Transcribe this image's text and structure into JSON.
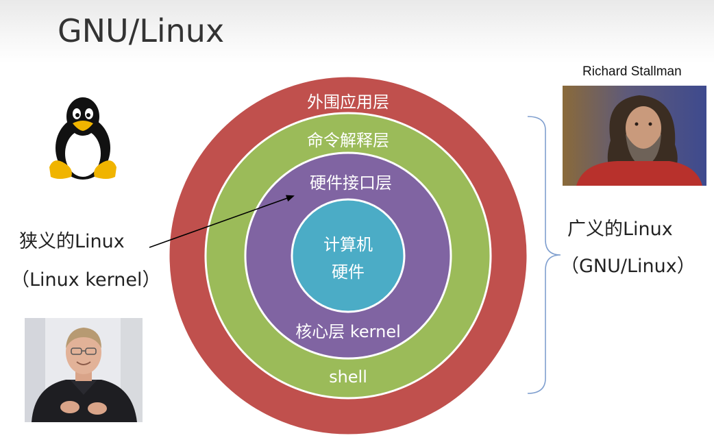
{
  "slide": {
    "title": "GNU/Linux"
  },
  "rings": [
    {
      "id": "outer",
      "label": "外围应用层",
      "color": "#c0504d"
    },
    {
      "id": "shell-layer",
      "label": "命令解释层",
      "color": "#9bbb59"
    },
    {
      "id": "hardware-interface",
      "label": "硬件接口层",
      "color": "#8064a2"
    },
    {
      "id": "core",
      "label_line1": "计算机",
      "label_line2": "硬件",
      "color": "#4bacc6"
    }
  ],
  "ring_bottom_labels": {
    "purple": "核心层 kernel",
    "green": "shell"
  },
  "narrow_linux": {
    "line1": "狭义的Linux",
    "line2": "（Linux kernel）"
  },
  "broad_linux": {
    "line1": "广义的Linux",
    "line2": "（GNU/Linux）"
  },
  "people": {
    "stallman_caption": "Richard Stallman"
  },
  "icons": {
    "tux": "penguin-icon"
  }
}
